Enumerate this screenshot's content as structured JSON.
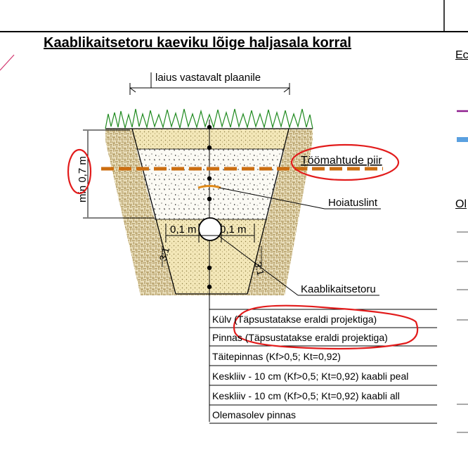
{
  "title": "Kaablikaitsetoru kaeviku lõige haljasala korral",
  "labels": {
    "width": "laius vastavalt plaanile",
    "depth": "min 0,7 m",
    "work_limit": "Töömahtude piir",
    "warning_tape": "Hoiatuslint",
    "cable_pipe": "Kaablikaitsetoru",
    "offset_left": "0,1 m",
    "offset_right": "0,1 m",
    "slope_left": "3:1",
    "slope_right": "3:1"
  },
  "layers": [
    "Külv (Täpsustatakse eraldi projektiga)",
    "Pinnas (Täpsustatakse eraldi projektiga)",
    "Täitepinnas (Kf>0,5; Kt=0,92)",
    "Keskliiv - 10 cm (Kf>0,5; Kt=0,92) kaabli peal",
    "Keskliiv - 10 cm (Kf>0,5; Kt=0,92) kaabli all",
    "Olemasolev pinnas"
  ],
  "right_fragments": {
    "top": "Ec",
    "middle": "Ol"
  },
  "colors": {
    "work_limit_line": "#cc6e10",
    "annotation_red": "#e21b1b",
    "sand": "#f2e6b4",
    "grass": "#1f8a1f",
    "accent_purple": "#8e1f8e",
    "accent_blue": "#5aa0e0"
  }
}
